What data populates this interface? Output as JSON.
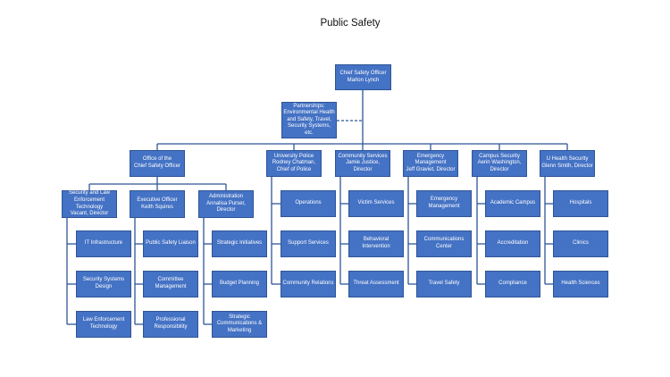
{
  "title": "Public Safety",
  "chief": "Chief Safety Officer\nMarlon Lynch",
  "partnerships": "Partnerships:\nEnvironmental Health\nand Safety, Travel,\nSecurity Systems, etc.",
  "divisions": [
    {
      "label": "Office of the\nChief Safety Officer"
    },
    {
      "label": "University Police\nRodney Chatman,\nChief of Police",
      "children": [
        "Operations",
        "Support Services",
        "Community Relations"
      ]
    },
    {
      "label": "Community Services\nJamie Justice, Director",
      "children": [
        "Victim Services",
        "Behavioral\nIntervention",
        "Threat Assessment"
      ]
    },
    {
      "label": "Emergency\nManagement\nJeff Graviet, Director",
      "children": [
        "Emergency\nManagement",
        "Communications\nCenter",
        "Travel Safety"
      ]
    },
    {
      "label": "Campus Security\nAerin Washington,\nDirector",
      "children": [
        "Academic Campus",
        "Accreditation",
        "Compliance"
      ]
    },
    {
      "label": "U Health Security\nGlenn Smith, Director",
      "children": [
        "Hospitals",
        "Clinics",
        "Health Sciences"
      ]
    }
  ],
  "office_units": [
    {
      "label": "Security and Law\nEnforcement\nTechnology\nVacant, Director",
      "children": [
        "IT Infrastructure",
        "Security Systems\nDesign",
        "Law Enforcement\nTechnology"
      ]
    },
    {
      "label": "Executive Officer\nKeith Squires",
      "children": [
        "Public Safety Liaison",
        "Committee\nManagement",
        "Professional\nResponsibility"
      ]
    },
    {
      "label": "Administration\nAnnalisa Purser,\nDirector",
      "children": [
        "Strategic Initiatives",
        "Budget Planning",
        "Strategic\nCommunications &\nMarketing"
      ]
    }
  ]
}
